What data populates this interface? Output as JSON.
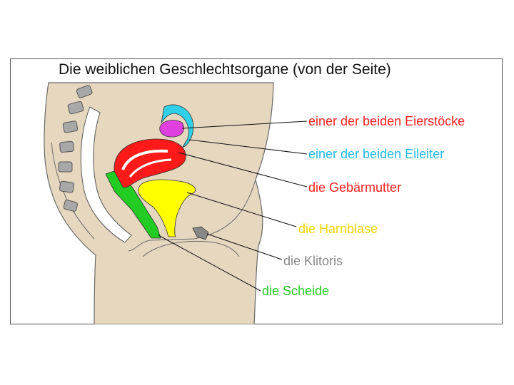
{
  "title": "Die weiblichen Geschlechtsorgane (von der Seite)",
  "labels": {
    "ovary": "einer der beiden Eierstöcke",
    "fallopian_tube": "einer der beiden Eileiter",
    "uterus": "die Gebärmutter",
    "bladder": "die Harnblase",
    "clitoris": "die Klitoris",
    "vagina": "die Scheide"
  },
  "colors": {
    "skin": "#e6d7bf",
    "ovary": "#e040e0",
    "fallopian_tube": "#30d0e8",
    "uterus": "#ff1a1a",
    "bladder": "#ffff00",
    "vagina": "#22cc22",
    "clitoris": "#888888",
    "bone": "#a8a8a8",
    "label_ovary": "#ff2020",
    "label_tube": "#20b8e8",
    "label_uterus": "#ff2020",
    "label_bladder": "#f2d600",
    "label_clitoris": "#888888",
    "label_vagina": "#22cc22"
  }
}
